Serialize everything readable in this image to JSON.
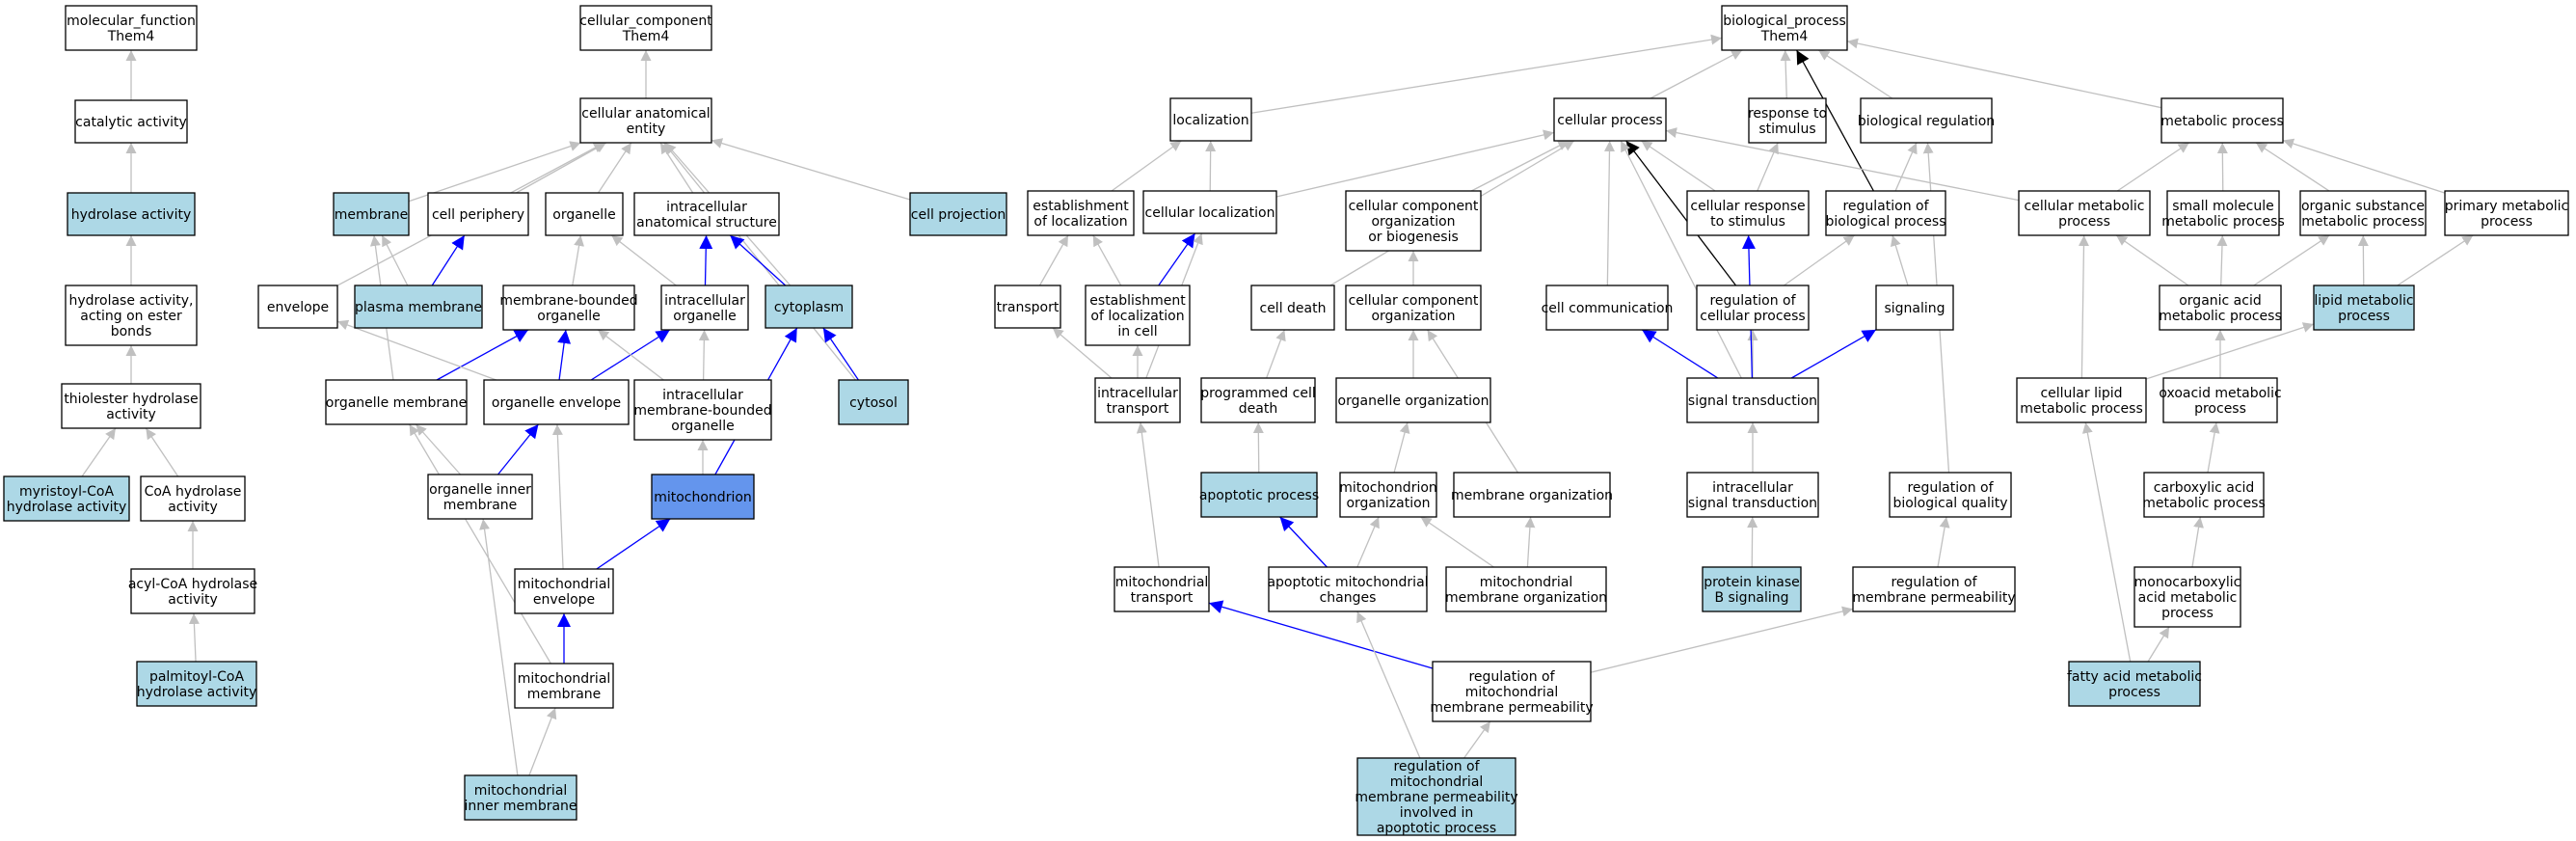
{
  "colors": {
    "default_fill": "#ffffff",
    "highlight_fill": "#add8e6",
    "focus_fill": "#6495ed",
    "gray_edge": "#c0c0c0",
    "blue_edge": "#0000ff",
    "black_edge": "#000000"
  },
  "nodes": [
    {
      "id": "mf_root",
      "label": [
        "molecular_function",
        "Them4"
      ],
      "fill": "default"
    },
    {
      "id": "catalytic",
      "label": [
        "catalytic activity"
      ],
      "fill": "default"
    },
    {
      "id": "hydrolase",
      "label": [
        "hydrolase activity"
      ],
      "fill": "highlight"
    },
    {
      "id": "ester",
      "label": [
        "hydrolase activity,",
        "acting on ester",
        "bonds"
      ],
      "fill": "default"
    },
    {
      "id": "thioester",
      "label": [
        "thiolester hydrolase",
        "activity"
      ],
      "fill": "default"
    },
    {
      "id": "myristoyl",
      "label": [
        "myristoyl-CoA",
        "hydrolase activity"
      ],
      "fill": "highlight"
    },
    {
      "id": "coa",
      "label": [
        "CoA hydrolase",
        "activity"
      ],
      "fill": "default"
    },
    {
      "id": "acylcoa",
      "label": [
        "acyl-CoA hydrolase",
        "activity"
      ],
      "fill": "default"
    },
    {
      "id": "palmitoyl",
      "label": [
        "palmitoyl-CoA",
        "hydrolase activity"
      ],
      "fill": "highlight"
    },
    {
      "id": "cc_root",
      "label": [
        "cellular_component",
        "Them4"
      ],
      "fill": "default"
    },
    {
      "id": "anat",
      "label": [
        "cellular anatomical",
        "entity"
      ],
      "fill": "default"
    },
    {
      "id": "membrane",
      "label": [
        "membrane"
      ],
      "fill": "highlight"
    },
    {
      "id": "periphery",
      "label": [
        "cell periphery"
      ],
      "fill": "default"
    },
    {
      "id": "organelle",
      "label": [
        "organelle"
      ],
      "fill": "default"
    },
    {
      "id": "ias",
      "label": [
        "intracellular",
        "anatomical structure"
      ],
      "fill": "default"
    },
    {
      "id": "projection",
      "label": [
        "cell projection"
      ],
      "fill": "highlight"
    },
    {
      "id": "envelope",
      "label": [
        "envelope"
      ],
      "fill": "default"
    },
    {
      "id": "plasma",
      "label": [
        "plasma membrane"
      ],
      "fill": "highlight"
    },
    {
      "id": "mbo",
      "label": [
        "membrane-bounded",
        "organelle"
      ],
      "fill": "default"
    },
    {
      "id": "io",
      "label": [
        "intracellular",
        "organelle"
      ],
      "fill": "default"
    },
    {
      "id": "cytoplasm",
      "label": [
        "cytoplasm"
      ],
      "fill": "highlight"
    },
    {
      "id": "orgmem",
      "label": [
        "organelle membrane"
      ],
      "fill": "default"
    },
    {
      "id": "orgenv",
      "label": [
        "organelle envelope"
      ],
      "fill": "default"
    },
    {
      "id": "imbo",
      "label": [
        "intracellular",
        "membrane-bounded",
        "organelle"
      ],
      "fill": "default"
    },
    {
      "id": "cytosol",
      "label": [
        "cytosol"
      ],
      "fill": "highlight"
    },
    {
      "id": "oim",
      "label": [
        "organelle inner",
        "membrane"
      ],
      "fill": "default"
    },
    {
      "id": "mito",
      "label": [
        "mitochondrion"
      ],
      "fill": "focus"
    },
    {
      "id": "mitoenv",
      "label": [
        "mitochondrial",
        "envelope"
      ],
      "fill": "default"
    },
    {
      "id": "mitomem",
      "label": [
        "mitochondrial",
        "membrane"
      ],
      "fill": "default"
    },
    {
      "id": "mim",
      "label": [
        "mitochondrial",
        "inner membrane"
      ],
      "fill": "highlight"
    },
    {
      "id": "bp_root",
      "label": [
        "biological_process",
        "Them4"
      ],
      "fill": "default"
    },
    {
      "id": "localization",
      "label": [
        "localization"
      ],
      "fill": "default"
    },
    {
      "id": "cellproc",
      "label": [
        "cellular process"
      ],
      "fill": "default"
    },
    {
      "id": "response",
      "label": [
        "response to",
        "stimulus"
      ],
      "fill": "default"
    },
    {
      "id": "bioreg",
      "label": [
        "biological regulation"
      ],
      "fill": "default"
    },
    {
      "id": "metab",
      "label": [
        "metabolic process"
      ],
      "fill": "default"
    },
    {
      "id": "estloc",
      "label": [
        "establishment",
        "of localization"
      ],
      "fill": "default"
    },
    {
      "id": "cellloc",
      "label": [
        "cellular localization"
      ],
      "fill": "default"
    },
    {
      "id": "ccob",
      "label": [
        "cellular component",
        "organization",
        "or biogenesis"
      ],
      "fill": "default"
    },
    {
      "id": "cresp",
      "label": [
        "cellular response",
        "to stimulus"
      ],
      "fill": "default"
    },
    {
      "id": "regbp",
      "label": [
        "regulation of",
        "biological process"
      ],
      "fill": "default"
    },
    {
      "id": "cellmetab",
      "label": [
        "cellular metabolic",
        "process"
      ],
      "fill": "default"
    },
    {
      "id": "smallmol",
      "label": [
        "small molecule",
        "metabolic process"
      ],
      "fill": "default"
    },
    {
      "id": "orgsub",
      "label": [
        "organic substance",
        "metabolic process"
      ],
      "fill": "default"
    },
    {
      "id": "primary",
      "label": [
        "primary metabolic",
        "process"
      ],
      "fill": "default"
    },
    {
      "id": "transport",
      "label": [
        "transport"
      ],
      "fill": "default"
    },
    {
      "id": "estlocc",
      "label": [
        "establishment",
        "of localization",
        "in cell"
      ],
      "fill": "default"
    },
    {
      "id": "celldeath",
      "label": [
        "cell death"
      ],
      "fill": "default"
    },
    {
      "id": "cco",
      "label": [
        "cellular component",
        "organization"
      ],
      "fill": "default"
    },
    {
      "id": "cellcomm",
      "label": [
        "cell communication"
      ],
      "fill": "default"
    },
    {
      "id": "regcp",
      "label": [
        "regulation of",
        "cellular process"
      ],
      "fill": "default"
    },
    {
      "id": "signaling",
      "label": [
        "signaling"
      ],
      "fill": "default"
    },
    {
      "id": "orgacid",
      "label": [
        "organic acid",
        "metabolic process"
      ],
      "fill": "default"
    },
    {
      "id": "lipid",
      "label": [
        "lipid metabolic",
        "process"
      ],
      "fill": "highlight"
    },
    {
      "id": "ict",
      "label": [
        "intracellular",
        "transport"
      ],
      "fill": "default"
    },
    {
      "id": "pcd",
      "label": [
        "programmed cell",
        "death"
      ],
      "fill": "default"
    },
    {
      "id": "orgorg",
      "label": [
        "organelle organization"
      ],
      "fill": "default"
    },
    {
      "id": "sigtrans",
      "label": [
        "signal transduction"
      ],
      "fill": "default"
    },
    {
      "id": "cellipid",
      "label": [
        "cellular lipid",
        "metabolic process"
      ],
      "fill": "default"
    },
    {
      "id": "oxoacid",
      "label": [
        "oxoacid metabolic",
        "process"
      ],
      "fill": "default"
    },
    {
      "id": "apoptotic",
      "label": [
        "apoptotic process"
      ],
      "fill": "highlight"
    },
    {
      "id": "mitoorg",
      "label": [
        "mitochondrion",
        "organization"
      ],
      "fill": "default"
    },
    {
      "id": "memorg",
      "label": [
        "membrane organization"
      ],
      "fill": "default"
    },
    {
      "id": "icst",
      "label": [
        "intracellular",
        "signal transduction"
      ],
      "fill": "default"
    },
    {
      "id": "regbq",
      "label": [
        "regulation of",
        "biological quality"
      ],
      "fill": "default"
    },
    {
      "id": "carbox",
      "label": [
        "carboxylic acid",
        "metabolic process"
      ],
      "fill": "default"
    },
    {
      "id": "mitotrans",
      "label": [
        "mitochondrial",
        "transport"
      ],
      "fill": "default"
    },
    {
      "id": "amc",
      "label": [
        "apoptotic mitochondrial",
        "changes"
      ],
      "fill": "default"
    },
    {
      "id": "mmo",
      "label": [
        "mitochondrial",
        "membrane organization"
      ],
      "fill": "default"
    },
    {
      "id": "pkb",
      "label": [
        "protein kinase",
        "B signaling"
      ],
      "fill": "highlight"
    },
    {
      "id": "regmp",
      "label": [
        "regulation of",
        "membrane permeability"
      ],
      "fill": "default"
    },
    {
      "id": "monocarb",
      "label": [
        "monocarboxylic",
        "acid metabolic",
        "process"
      ],
      "fill": "default"
    },
    {
      "id": "regmmp",
      "label": [
        "regulation of",
        "mitochondrial",
        "membrane permeability"
      ],
      "fill": "default"
    },
    {
      "id": "fatty",
      "label": [
        "fatty acid metabolic",
        "process"
      ],
      "fill": "highlight"
    },
    {
      "id": "regmmpa",
      "label": [
        "regulation of",
        "mitochondrial",
        "membrane permeability",
        "involved in",
        "apoptotic process"
      ],
      "fill": "highlight"
    }
  ],
  "edges": [
    {
      "from": "catalytic",
      "to": "mf_root",
      "color": "gray"
    },
    {
      "from": "hydrolase",
      "to": "catalytic",
      "color": "gray"
    },
    {
      "from": "ester",
      "to": "hydrolase",
      "color": "gray"
    },
    {
      "from": "thioester",
      "to": "ester",
      "color": "gray"
    },
    {
      "from": "myristoyl",
      "to": "thioester",
      "color": "gray"
    },
    {
      "from": "coa",
      "to": "thioester",
      "color": "gray"
    },
    {
      "from": "acylcoa",
      "to": "coa",
      "color": "gray"
    },
    {
      "from": "palmitoyl",
      "to": "acylcoa",
      "color": "gray"
    },
    {
      "from": "anat",
      "to": "cc_root",
      "color": "gray"
    },
    {
      "from": "membrane",
      "to": "anat",
      "color": "gray"
    },
    {
      "from": "periphery",
      "to": "anat",
      "color": "gray"
    },
    {
      "from": "organelle",
      "to": "anat",
      "color": "gray"
    },
    {
      "from": "ias",
      "to": "anat",
      "color": "gray"
    },
    {
      "from": "projection",
      "to": "anat",
      "color": "gray"
    },
    {
      "from": "envelope",
      "to": "anat",
      "color": "gray"
    },
    {
      "from": "cytoplasm",
      "to": "anat",
      "color": "gray"
    },
    {
      "from": "cytosol",
      "to": "anat",
      "color": "gray"
    },
    {
      "from": "plasma",
      "to": "membrane",
      "color": "gray"
    },
    {
      "from": "plasma",
      "to": "periphery",
      "color": "blue"
    },
    {
      "from": "mbo",
      "to": "organelle",
      "color": "gray"
    },
    {
      "from": "io",
      "to": "organelle",
      "color": "gray"
    },
    {
      "from": "io",
      "to": "ias",
      "color": "blue"
    },
    {
      "from": "cytoplasm",
      "to": "ias",
      "color": "blue"
    },
    {
      "from": "orgmem",
      "to": "membrane",
      "color": "gray"
    },
    {
      "from": "orgmem",
      "to": "mbo",
      "color": "blue"
    },
    {
      "from": "orgenv",
      "to": "envelope",
      "color": "gray"
    },
    {
      "from": "orgenv",
      "to": "mbo",
      "color": "blue"
    },
    {
      "from": "orgenv",
      "to": "io",
      "color": "blue"
    },
    {
      "from": "imbo",
      "to": "mbo",
      "color": "gray"
    },
    {
      "from": "imbo",
      "to": "io",
      "color": "gray"
    },
    {
      "from": "cytosol",
      "to": "cytoplasm",
      "color": "blue"
    },
    {
      "from": "oim",
      "to": "orgmem",
      "color": "gray"
    },
    {
      "from": "oim",
      "to": "orgenv",
      "color": "blue"
    },
    {
      "from": "mito",
      "to": "imbo",
      "color": "gray"
    },
    {
      "from": "mito",
      "to": "cytoplasm",
      "color": "blue"
    },
    {
      "from": "mitoenv",
      "to": "orgenv",
      "color": "gray"
    },
    {
      "from": "mitoenv",
      "to": "mito",
      "color": "blue"
    },
    {
      "from": "mitomem",
      "to": "mitoenv",
      "color": "blue"
    },
    {
      "from": "mitomem",
      "to": "orgmem",
      "color": "gray"
    },
    {
      "from": "mim",
      "to": "mitomem",
      "color": "gray"
    },
    {
      "from": "mim",
      "to": "oim",
      "color": "gray"
    },
    {
      "from": "localization",
      "to": "bp_root",
      "color": "gray"
    },
    {
      "from": "cellproc",
      "to": "bp_root",
      "color": "gray"
    },
    {
      "from": "response",
      "to": "bp_root",
      "color": "gray"
    },
    {
      "from": "bioreg",
      "to": "bp_root",
      "color": "gray"
    },
    {
      "from": "metab",
      "to": "bp_root",
      "color": "gray"
    },
    {
      "from": "regbp",
      "to": "bp_root",
      "color": "black"
    },
    {
      "from": "estloc",
      "to": "localization",
      "color": "gray"
    },
    {
      "from": "cellloc",
      "to": "localization",
      "color": "gray"
    },
    {
      "from": "cellloc",
      "to": "cellproc",
      "color": "gray"
    },
    {
      "from": "ccob",
      "to": "cellproc",
      "color": "gray"
    },
    {
      "from": "cresp",
      "to": "cellproc",
      "color": "gray"
    },
    {
      "from": "cresp",
      "to": "response",
      "color": "gray"
    },
    {
      "from": "regbp",
      "to": "bioreg",
      "color": "gray"
    },
    {
      "from": "cellmetab",
      "to": "cellproc",
      "color": "gray"
    },
    {
      "from": "cellmetab",
      "to": "metab",
      "color": "gray"
    },
    {
      "from": "smallmol",
      "to": "metab",
      "color": "gray"
    },
    {
      "from": "orgsub",
      "to": "metab",
      "color": "gray"
    },
    {
      "from": "primary",
      "to": "metab",
      "color": "gray"
    },
    {
      "from": "transport",
      "to": "estloc",
      "color": "gray"
    },
    {
      "from": "estlocc",
      "to": "estloc",
      "color": "gray"
    },
    {
      "from": "estlocc",
      "to": "cellloc",
      "color": "blue"
    },
    {
      "from": "celldeath",
      "to": "cellproc",
      "color": "gray"
    },
    {
      "from": "cco",
      "to": "ccob",
      "color": "gray"
    },
    {
      "from": "cellcomm",
      "to": "cellproc",
      "color": "gray"
    },
    {
      "from": "regcp",
      "to": "cellproc",
      "color": "black"
    },
    {
      "from": "regcp",
      "to": "regbp",
      "color": "gray"
    },
    {
      "from": "signaling",
      "to": "regbp",
      "color": "gray"
    },
    {
      "from": "orgacid",
      "to": "cellmetab",
      "color": "gray"
    },
    {
      "from": "orgacid",
      "to": "smallmol",
      "color": "gray"
    },
    {
      "from": "orgacid",
      "to": "orgsub",
      "color": "gray"
    },
    {
      "from": "lipid",
      "to": "orgsub",
      "color": "gray"
    },
    {
      "from": "lipid",
      "to": "primary",
      "color": "gray"
    },
    {
      "from": "ict",
      "to": "transport",
      "color": "gray"
    },
    {
      "from": "ict",
      "to": "estlocc",
      "color": "gray"
    },
    {
      "from": "ict",
      "to": "cellloc",
      "color": "gray"
    },
    {
      "from": "pcd",
      "to": "celldeath",
      "color": "gray"
    },
    {
      "from": "orgorg",
      "to": "cco",
      "color": "gray"
    },
    {
      "from": "sigtrans",
      "to": "cellcomm",
      "color": "blue"
    },
    {
      "from": "sigtrans",
      "to": "regcp",
      "color": "gray"
    },
    {
      "from": "sigtrans",
      "to": "signaling",
      "color": "blue"
    },
    {
      "from": "sigtrans",
      "to": "cresp",
      "color": "blue"
    },
    {
      "from": "sigtrans",
      "to": "cellproc",
      "color": "gray"
    },
    {
      "from": "cellipid",
      "to": "cellmetab",
      "color": "gray"
    },
    {
      "from": "cellipid",
      "to": "lipid",
      "color": "gray"
    },
    {
      "from": "oxoacid",
      "to": "orgacid",
      "color": "gray"
    },
    {
      "from": "apoptotic",
      "to": "pcd",
      "color": "gray"
    },
    {
      "from": "mitoorg",
      "to": "orgorg",
      "color": "gray"
    },
    {
      "from": "memorg",
      "to": "cco",
      "color": "gray"
    },
    {
      "from": "icst",
      "to": "sigtrans",
      "color": "gray"
    },
    {
      "from": "regbq",
      "to": "bioreg",
      "color": "gray"
    },
    {
      "from": "carbox",
      "to": "oxoacid",
      "color": "gray"
    },
    {
      "from": "mitotrans",
      "to": "ict",
      "color": "gray"
    },
    {
      "from": "amc",
      "to": "apoptotic",
      "color": "blue"
    },
    {
      "from": "amc",
      "to": "mitoorg",
      "color": "gray"
    },
    {
      "from": "mmo",
      "to": "mitoorg",
      "color": "gray"
    },
    {
      "from": "mmo",
      "to": "memorg",
      "color": "gray"
    },
    {
      "from": "pkb",
      "to": "icst",
      "color": "gray"
    },
    {
      "from": "regmp",
      "to": "regbq",
      "color": "gray"
    },
    {
      "from": "monocarb",
      "to": "carbox",
      "color": "gray"
    },
    {
      "from": "regmmp",
      "to": "mitotrans",
      "color": "blue"
    },
    {
      "from": "regmmp",
      "to": "regmp",
      "color": "gray"
    },
    {
      "from": "fatty",
      "to": "monocarb",
      "color": "gray"
    },
    {
      "from": "fatty",
      "to": "cellipid",
      "color": "gray"
    },
    {
      "from": "regmmpa",
      "to": "regmmp",
      "color": "gray"
    },
    {
      "from": "regmmpa",
      "to": "amc",
      "color": "gray"
    }
  ]
}
